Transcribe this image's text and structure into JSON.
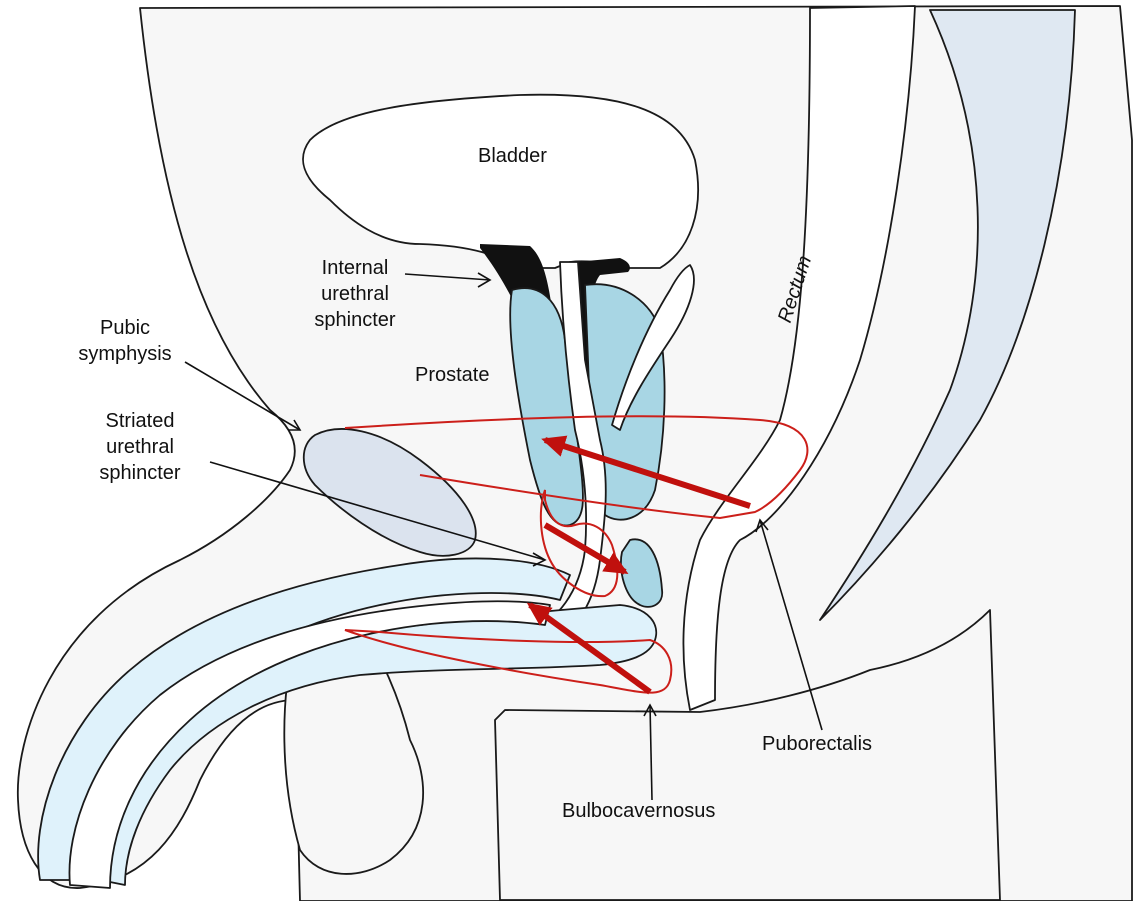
{
  "labels": {
    "bladder": "Bladder",
    "internal_sphincter": "Internal\nurethral\nsphincter",
    "pubic_symphysis": "Pubic\nsymphysis",
    "prostate": "Prostate",
    "striated_sphincter": "Striated\nurethral\nsphincter",
    "rectum": "Rectum",
    "puborectalis": "Puborectalis",
    "bulbocavernosus": "Bulbocavernosus"
  },
  "colors": {
    "skin": "#f7f7f7",
    "organ": "#ffffff",
    "tissue_blue": "#a8d6e4",
    "light_blue": "#dfeef7",
    "pubic_bone": "#dbe3ee",
    "muscle_outline": "#cc1f1a",
    "arrow": "#c0100d",
    "sphincter": "#111111"
  }
}
